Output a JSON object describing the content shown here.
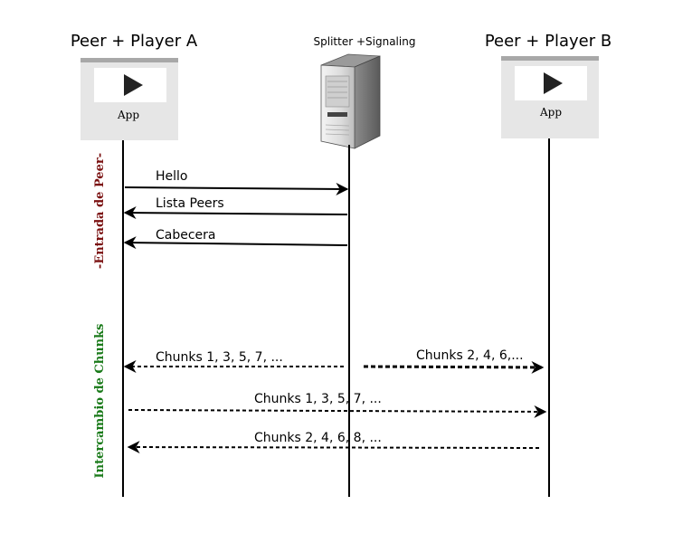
{
  "participants": {
    "peer_a": {
      "title": "Peer + Player A",
      "app_label": "App"
    },
    "splitter": {
      "title": "Splitter +Signaling"
    },
    "peer_b": {
      "title": "Peer + Player B",
      "app_label": "App"
    }
  },
  "phases": {
    "entry": {
      "label": "-Entrada de Peer-",
      "color": "#7a1010"
    },
    "exchange": {
      "label": "Intercambio de Chunks",
      "color": "#1a7a1a"
    }
  },
  "messages": {
    "hello": "Hello",
    "peer_list": "Lista Peers",
    "header": "Cabecera",
    "chunks_odd_a": "Chunks 1, 3, 5, 7, ...",
    "chunks_even_b": "Chunks 2, 4, 6,...",
    "chunks_odd_ab": "Chunks 1, 3, 5, 7, ...",
    "chunks_even_ba": "Chunks 2, 4, 6, 8, ..."
  },
  "icons": {
    "window": "browser-window-icon",
    "play": "play-icon",
    "server": "server-tower-icon"
  }
}
